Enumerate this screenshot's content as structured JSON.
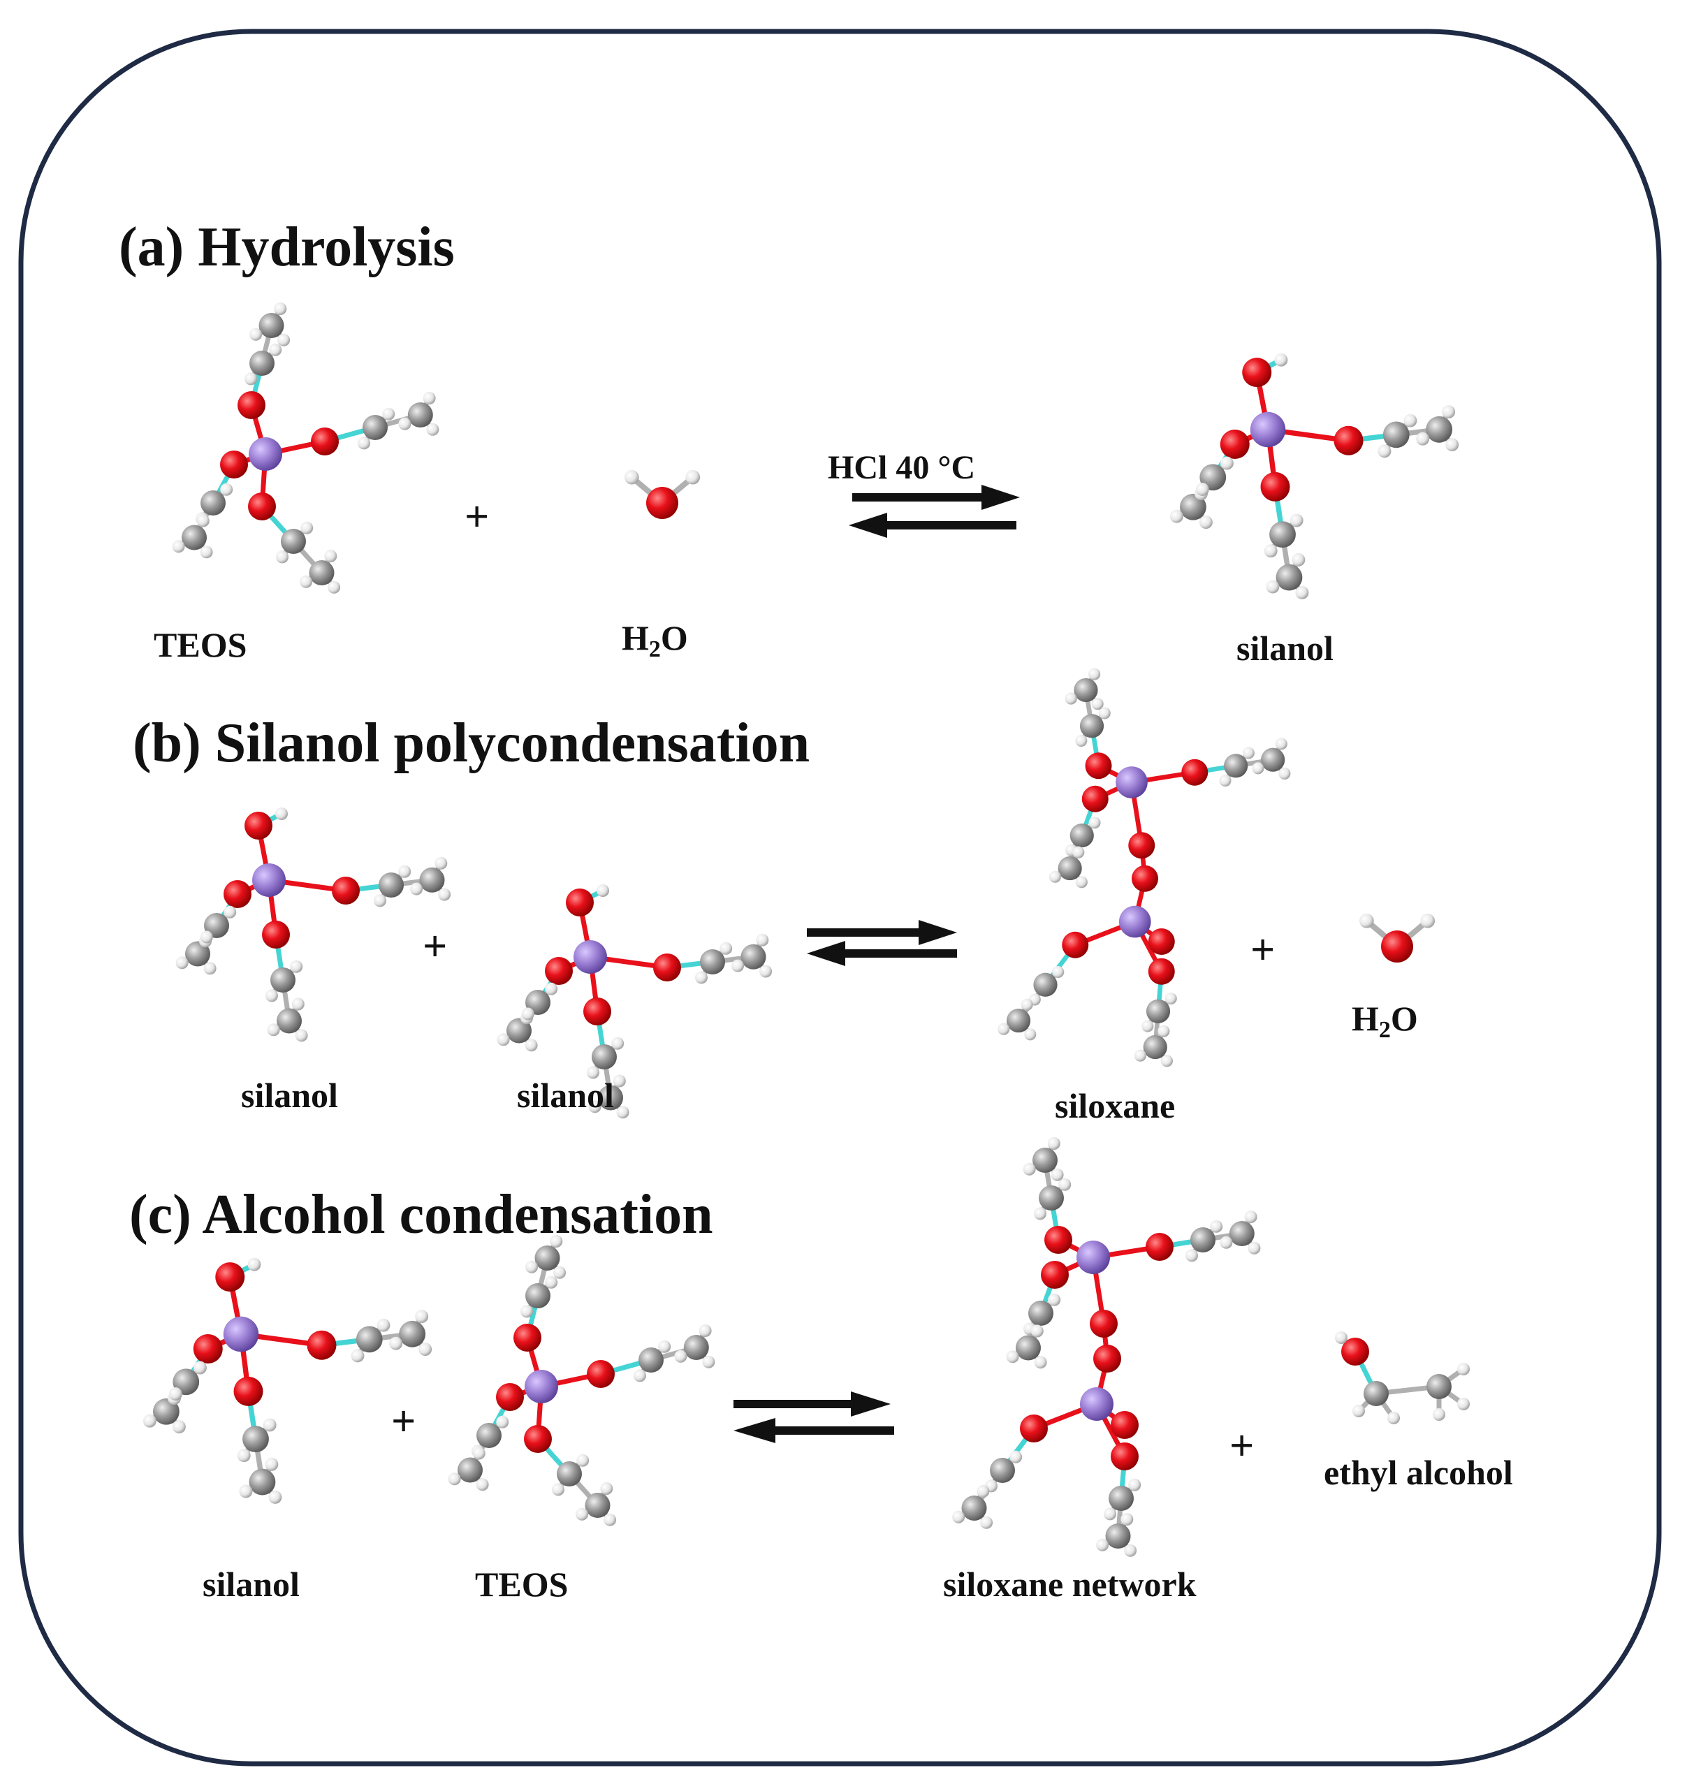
{
  "sections": {
    "hydrolysis": {
      "title": "(a) Hydrolysis",
      "labels": {
        "teos": "TEOS",
        "water": "H",
        "water_sub": "2",
        "water_o": "O",
        "silanol": "silanol"
      },
      "condition": "HCl 40 °C",
      "plus": "+"
    },
    "polycondensation": {
      "title": "(b) Silanol polycondensation",
      "labels": {
        "silanol_1": "silanol",
        "silanol_2": "silanol",
        "siloxane": "siloxane",
        "water": "H",
        "water_sub": "2",
        "water_o": "O"
      },
      "plus_1": "+",
      "plus_2": "+"
    },
    "alcohol_condensation": {
      "title": "(c) Alcohol condensation",
      "labels": {
        "silanol": "silanol",
        "teos": "TEOS",
        "siloxane_network": "siloxane network",
        "ethyl_alcohol": "ethyl alcohol"
      },
      "plus_1": "+",
      "plus_2": "+"
    }
  },
  "colors": {
    "frame": "#1f2a44",
    "oxygen": "#e8101a",
    "silicon": "#9b7fd4",
    "carbon": "#9a9a9a",
    "hydrogen": "#e8e8e8",
    "bond_red": "#e8101a",
    "bond_cyan": "#45d4d4",
    "arrow": "#111111"
  }
}
